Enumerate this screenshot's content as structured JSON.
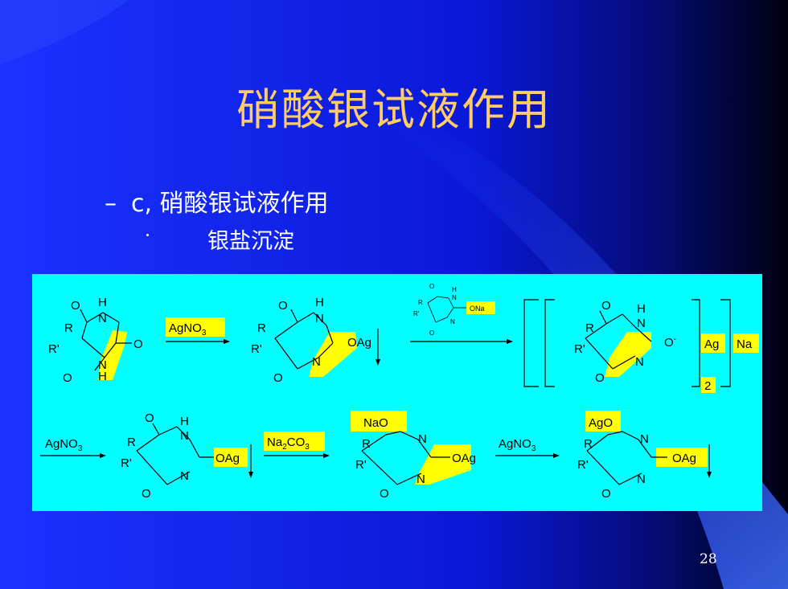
{
  "title": "硝酸银试液作用",
  "bullet_level1": {
    "marker": "–",
    "text": "c, 硝酸银试液作用"
  },
  "bullet_level2": "银盐沉淀",
  "page_number": "28",
  "colors": {
    "background": "#0a18e0",
    "title": "#ffcc66",
    "panel": "#00ffff",
    "highlight": "#ffff00"
  },
  "diagram": {
    "reagent_agno3": "AgNO",
    "reagent_agno3_sub": "3",
    "reagent_na2co3_1": "Na",
    "reagent_na2co3_sub1": "2",
    "reagent_na2co3_2": "CO",
    "reagent_na2co3_sub2": "3",
    "atom_o": "O",
    "atom_n": "N",
    "atom_h": "H",
    "sub_r": "R",
    "sub_r_prime": "R'",
    "group_oag": "OAg",
    "group_ona": "ONa",
    "group_nao": "NaO",
    "group_ago": "AgO",
    "anion": "O",
    "anion_charge": "-",
    "ag": "Ag",
    "na": "Na",
    "subscript_2": "2"
  }
}
